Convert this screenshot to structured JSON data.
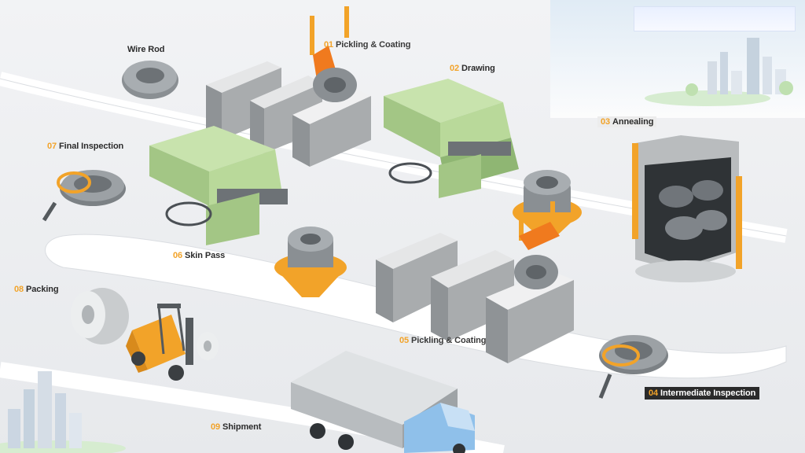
{
  "labels": {
    "wire_rod": {
      "text": "Wire Rod"
    },
    "pickling_coating_1": {
      "num": "01",
      "text": "Pickling & Coating"
    },
    "drawing": {
      "num": "02",
      "text": "Drawing"
    },
    "annealing": {
      "num": "03",
      "text": "Annealing"
    },
    "intermediate_inspection": {
      "num": "04",
      "text": "Intermediate Inspection"
    },
    "pickling_coating_2": {
      "num": "05",
      "text": "Pickling & Coating"
    },
    "skin_pass": {
      "num": "06",
      "text": "Skin Pass"
    },
    "final_inspection": {
      "num": "07",
      "text": "Final Inspection"
    },
    "packing": {
      "num": "08",
      "text": "Packing"
    },
    "shipment": {
      "num": "09",
      "text": "Shipment"
    }
  },
  "colors": {
    "step_number": "#f2a329",
    "label_text": "#2b2b2b",
    "machine_green": "#b9d99a",
    "tank_gray": "#a9acae",
    "funnel_orange": "#f2a329",
    "truck_blue": "#8fc0ea",
    "track_white": "#ffffff"
  }
}
